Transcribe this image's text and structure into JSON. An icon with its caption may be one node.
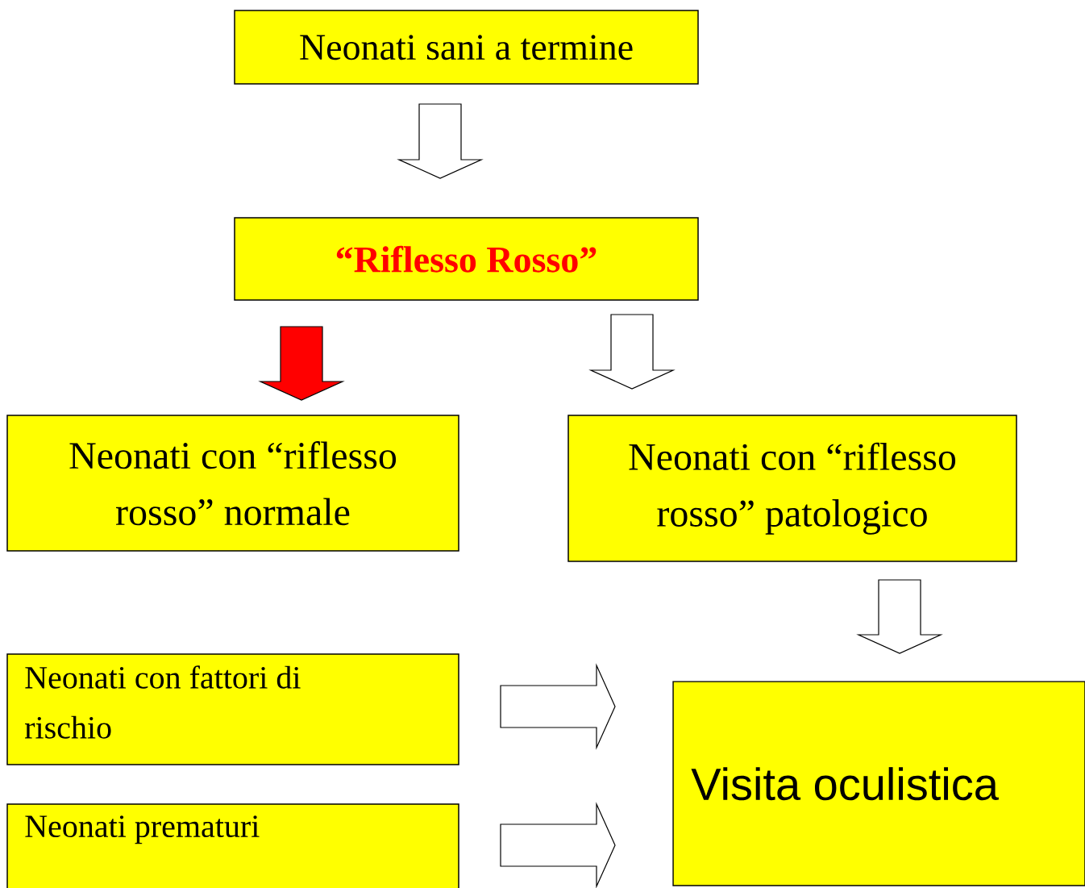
{
  "diagram": {
    "nodes": [
      {
        "text": [
          "Neonati sani a termine"
        ]
      },
      {
        "text": [
          "“Riflesso Rosso”"
        ]
      },
      {
        "text": [
          "Neonati con “riflesso rosso” normale"
        ]
      },
      {
        "text": [
          "Neonati con “riflesso rosso” patologico"
        ]
      },
      {
        "text": [
          "Neonati con fattori di rischio"
        ]
      },
      {
        "text": [
          "Neonati prematuri"
        ]
      },
      {
        "text": [
          "Visita oculistica"
        ]
      }
    ],
    "edges": [
      {
        "from": 0,
        "to": 1,
        "arrow": "to"
      },
      {
        "from": 1,
        "to": 2,
        "arrow": "to",
        "color": "#ff0000"
      },
      {
        "from": 1,
        "to": 3,
        "arrow": "to"
      },
      {
        "from": 3,
        "to": 6,
        "arrow": "to"
      },
      {
        "from": 4,
        "to": 6,
        "arrow": "to"
      },
      {
        "from": 5,
        "to": 6,
        "arrow": "to"
      }
    ]
  }
}
